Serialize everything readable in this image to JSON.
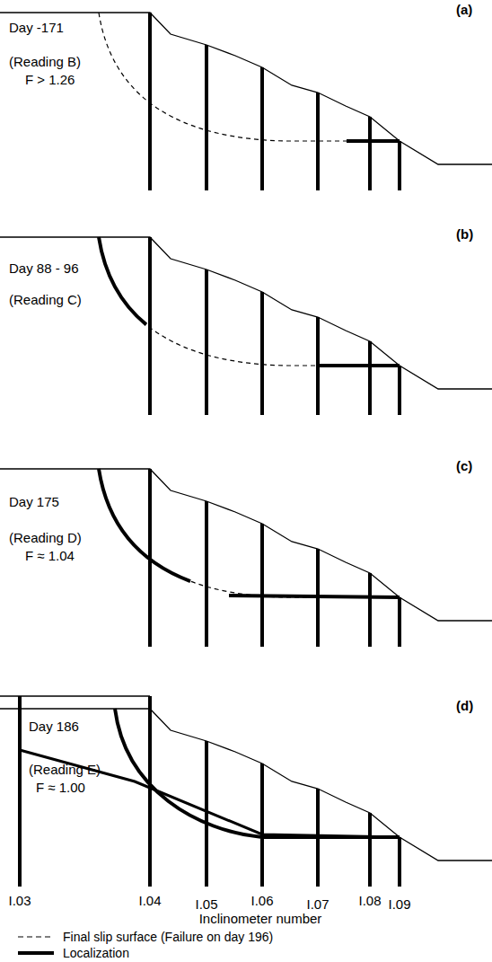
{
  "diagram": {
    "labels": [
      "(a)",
      "Day -171",
      "(Reading B)",
      "F > 1.26",
      "(b)",
      "Day 88 - 96",
      "(Reading C)",
      "(c)",
      "Day 175",
      "(Reading D)",
      "F ≈ 1.04",
      "(d)",
      "Day 186",
      "(Reading E)",
      "F ≈ 1.00",
      "I.03",
      "I.04",
      "I.05",
      "I.06",
      "I.07",
      "I.08",
      "I.09",
      "Inclinometer number"
    ],
    "legend": [
      {
        "text": "Final slip surface (Failure on day 196)"
      },
      {
        "text": "Localization"
      }
    ]
  }
}
